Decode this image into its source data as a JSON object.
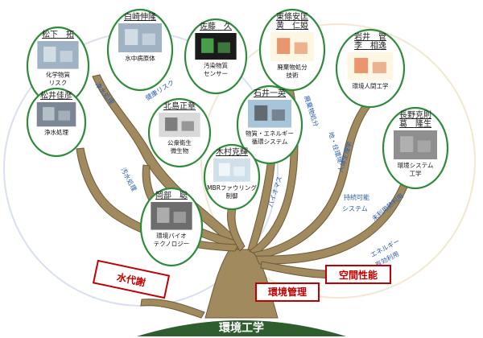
{
  "nodes": [
    {
      "id": "matsushita",
      "name": "松下　拓",
      "labels": [
        "化学物質",
        "リスク"
      ],
      "photo": "lab-photo"
    },
    {
      "id": "shirasaki",
      "name": "白崎伸隆",
      "labels": [
        "水中病原体"
      ],
      "photo": "lab-photo"
    },
    {
      "id": "sato",
      "name": "佐藤　久",
      "labels": [
        "汚染物質",
        "センサー"
      ],
      "photo": "sensor-photo"
    },
    {
      "id": "higashi",
      "name": [
        "東條安匡",
        "黄　仁姫"
      ],
      "labels": [
        "廃棄物処分",
        "技術"
      ],
      "photo": "diagram-photo"
    },
    {
      "id": "okui",
      "name": [
        "岩井　管",
        "李　相逸"
      ],
      "labels": [
        "環境人間工学"
      ],
      "photo": "diagram-photo"
    },
    {
      "id": "matsui",
      "name": "松井佳彦",
      "labels": [
        "浄水処理"
      ],
      "photo": "tank-photo"
    },
    {
      "id": "kitajima",
      "name": "北島正章",
      "labels": [
        "公衆衛生",
        "微生物"
      ],
      "photo": "virus-photo"
    },
    {
      "id": "ishii",
      "name": "石井一英",
      "labels": [
        "物質・エネルギー",
        "循環システム"
      ],
      "photo": "plant-photo"
    },
    {
      "id": "nagano",
      "name": [
        "長野克則",
        "葛　隆生"
      ],
      "labels": [
        "環境システム",
        "工学"
      ],
      "photo": "surface-photo"
    },
    {
      "id": "kimura",
      "name": "木村克輝",
      "labels": [
        "MBRファウリング",
        "制御"
      ],
      "photo": "membrane-photo"
    },
    {
      "id": "okabe",
      "name": "岡部　聡",
      "labels": [
        "環境バイオ",
        "テクノロジー"
      ],
      "photo": "equipment-photo"
    }
  ],
  "branch_labels": [
    "浄水処理",
    "健康リスク",
    "汚水処理",
    "廃棄物処分",
    "バイオマス",
    "地・住環境",
    "人体生理学",
    "持続可能",
    "システム",
    "エネルギー",
    "有効利用",
    "未利用熱利用"
  ],
  "categories": [
    {
      "id": "water",
      "label": "水代謝"
    },
    {
      "id": "mgmt",
      "label": "環境管理"
    },
    {
      "id": "space",
      "label": "空間性能"
    }
  ],
  "ground": {
    "label": "環境工学"
  },
  "colors": {
    "trunk": "#a08a5e",
    "trunk_edge": "#6e5a38",
    "node_ring": "#2f8a3a",
    "ground": "#2e5e2e",
    "box_border": "#c00000",
    "branch_text": "#2a5db0"
  },
  "photo_palette": {
    "lab-photo": {
      "bg": "#9fb3c4",
      "fg": "#e8eef2"
    },
    "sensor-photo": {
      "bg": "#1a1a1a",
      "fg": "#5cd65c"
    },
    "diagram-photo": {
      "bg": "#fdf6e3",
      "fg": "#e06c3b"
    },
    "tank-photo": {
      "bg": "#7b8794",
      "fg": "#cfd8dc"
    },
    "virus-photo": {
      "bg": "#d9d9d9",
      "fg": "#555555"
    },
    "plant-photo": {
      "bg": "#a7c4d9",
      "fg": "#444444"
    },
    "surface-photo": {
      "bg": "#8f8f8f",
      "fg": "#bdbdbd"
    },
    "membrane-photo": {
      "bg": "#cfe0ea",
      "fg": "#ffffff"
    },
    "equipment-photo": {
      "bg": "#6d6d6d",
      "fg": "#c8c8c8"
    }
  }
}
